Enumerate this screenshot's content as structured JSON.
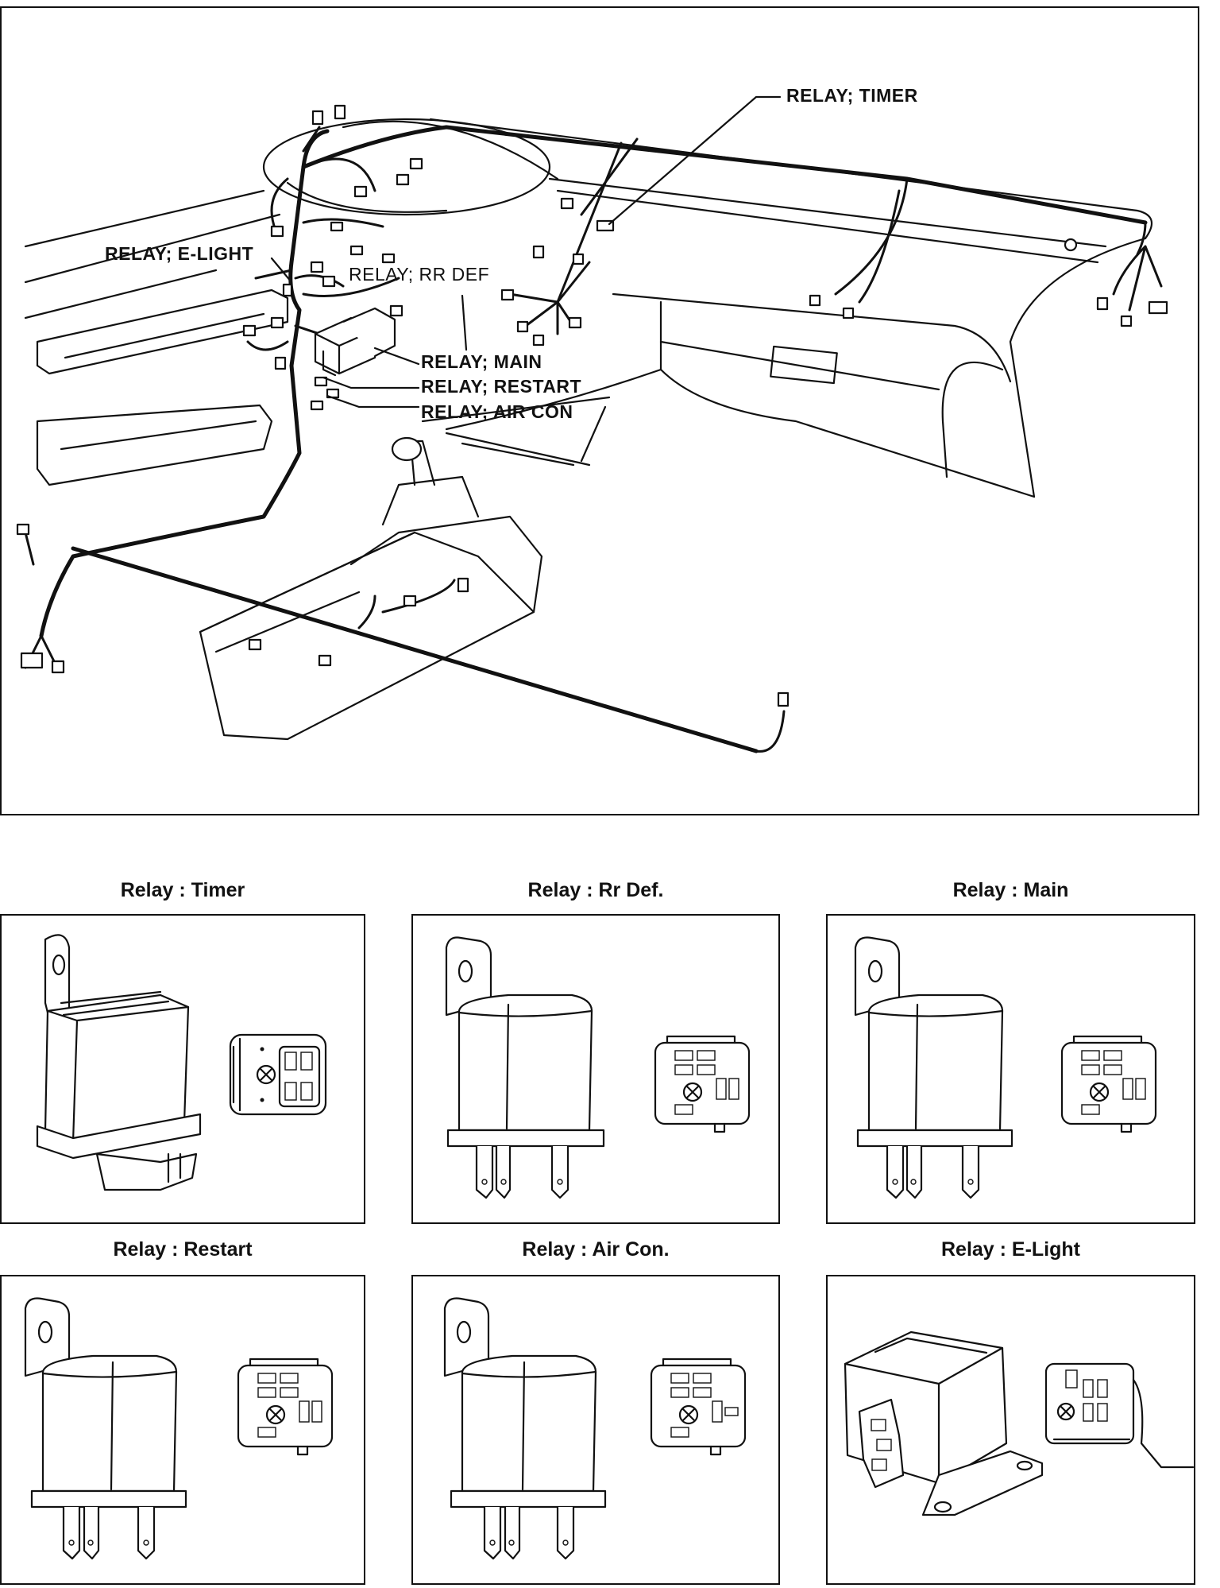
{
  "main_diagram": {
    "callouts": {
      "timer": "RELAY; TIMER",
      "e_light": "RELAY; E-LIGHT",
      "rr_def": "RELAY; RR DEF",
      "main": "RELAY; MAIN",
      "restart": "RELAY; RESTART",
      "air_con": "RELAY; AIR CON"
    }
  },
  "panels": [
    {
      "id": "timer",
      "title": "Relay : Timer"
    },
    {
      "id": "rr_def",
      "title": "Relay : Rr Def."
    },
    {
      "id": "main",
      "title": "Relay : Main"
    },
    {
      "id": "restart",
      "title": "Relay : Restart"
    },
    {
      "id": "air_con",
      "title": "Relay : Air Con."
    },
    {
      "id": "e_light",
      "title": "Relay : E-Light"
    }
  ]
}
